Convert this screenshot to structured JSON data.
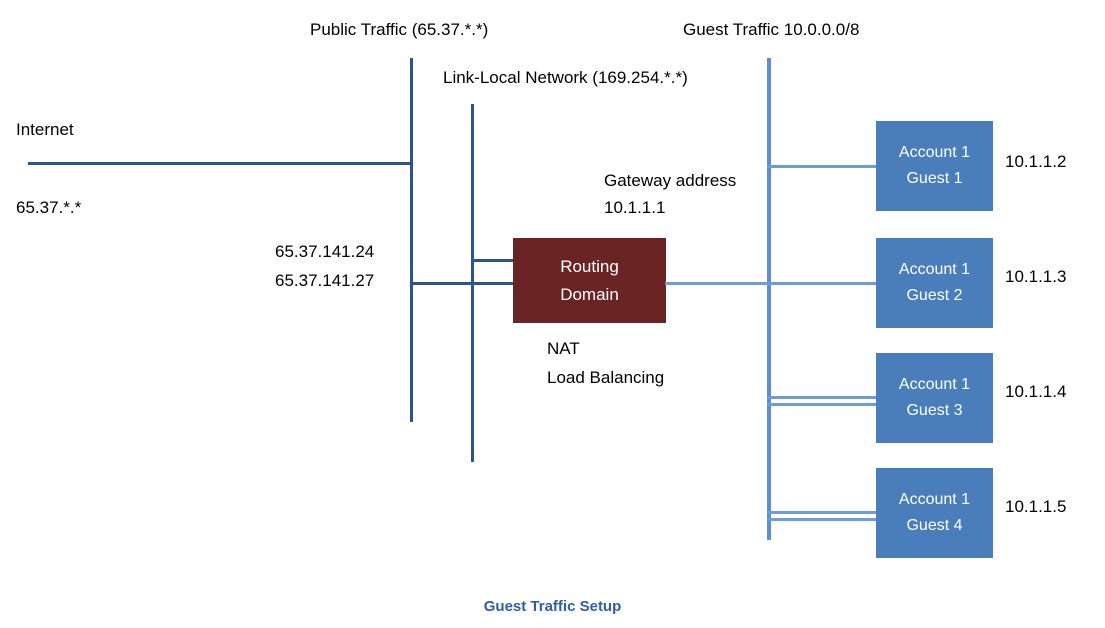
{
  "diagram": {
    "title": "Guest Traffic Setup",
    "caption": "Guest Traffic Setup",
    "colors": {
      "trunk_dark_blue": "#2c5490",
      "trunk_light_blue": "#5b8fd2",
      "connector_blue": "#6d9cd6",
      "guest_box_fill": "#4a7ebb",
      "routing_domain_fill": "#6b2424",
      "caption_text": "#2e5fa3",
      "background": "#ffffff",
      "text": "#000000"
    }
  },
  "headers": {
    "public_traffic": "Public Traffic (65.37.*.*)",
    "link_local": "Link-Local Network (169.254.*.*)",
    "guest_traffic": "Guest Traffic 10.0.0.0/8"
  },
  "internet": {
    "label": "Internet",
    "address": "65.37.*.*"
  },
  "public_ips": {
    "line1": "65.37.141.24",
    "line2": "65.37.141.27"
  },
  "gateway": {
    "label": "Gateway address",
    "address": "10.1.1.1"
  },
  "routing_domain": {
    "line1": "Routing",
    "line2": "Domain",
    "functions": {
      "line1": "NAT",
      "line2": "Load Balancing"
    }
  },
  "guests": [
    {
      "account": "Account 1",
      "name": "Guest 1",
      "ip": "10.1.1.2"
    },
    {
      "account": "Account 1",
      "name": "Guest 2",
      "ip": "10.1.1.3"
    },
    {
      "account": "Account 1",
      "name": "Guest 3",
      "ip": "10.1.1.4"
    },
    {
      "account": "Account 1",
      "name": "Guest 4",
      "ip": "10.1.1.5"
    }
  ]
}
